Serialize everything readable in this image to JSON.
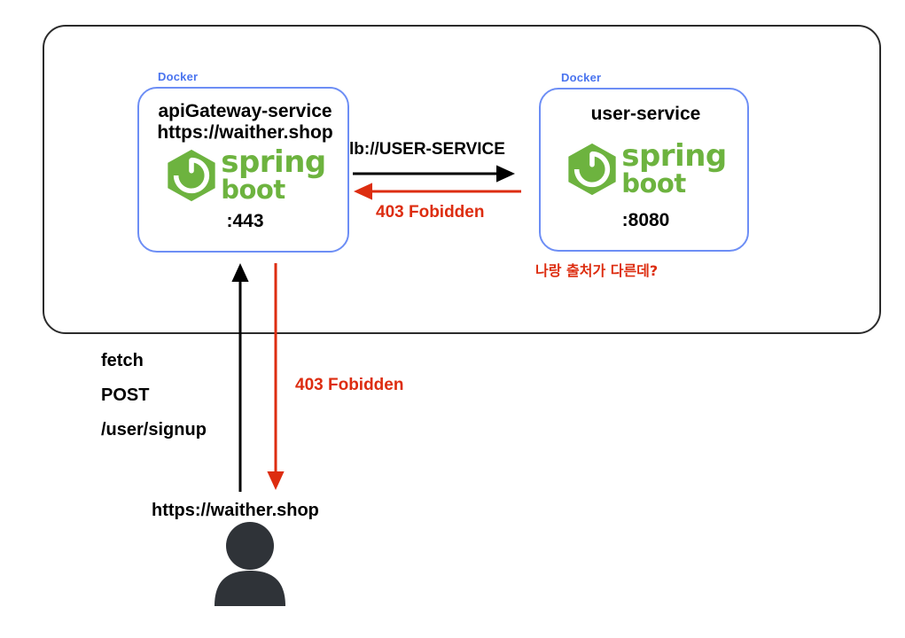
{
  "diagram": {
    "title_hidden": "",
    "colors": {
      "docker_border": "#6d8ef5",
      "docker_label": "#4a74ef",
      "outer_border": "#2b2b2b",
      "spring_green": "#6db33f",
      "error_red": "#dd2d10",
      "person": "#2f3338"
    },
    "outer_container": {
      "name": "host-boundary"
    },
    "containers": [
      {
        "id": "api-gateway",
        "docker_label": "Docker",
        "title_line1": "apiGateway-service",
        "title_line2": "https://waither.shop",
        "logo": "spring-boot-logo",
        "logo_text_top": "spring",
        "logo_text_bottom": "boot",
        "port": ":443"
      },
      {
        "id": "user-service",
        "docker_label": "Docker",
        "title_line1": "user-service",
        "title_line2": "",
        "logo": "spring-boot-logo",
        "logo_text_top": "spring",
        "logo_text_bottom": "boot",
        "port": ":8080"
      }
    ],
    "edges": [
      {
        "id": "gateway-to-user",
        "label": "lb://USER-SERVICE",
        "direction": "right",
        "color": "#000000"
      },
      {
        "id": "user-to-gateway",
        "label": "403 Fobidden",
        "direction": "left",
        "color": "#dd2d10"
      },
      {
        "id": "client-to-gateway",
        "label_lines": [
          "fetch",
          "POST",
          "/user/signup"
        ],
        "direction": "up",
        "color": "#000000"
      },
      {
        "id": "gateway-to-client",
        "label": "403 Fobidden",
        "direction": "down",
        "color": "#dd2d10"
      }
    ],
    "annotations": [
      {
        "id": "origin-mismatch-note",
        "text": "나랑 출처가 다른데?",
        "color": "#dd2d10"
      }
    ],
    "client": {
      "id": "browser-client",
      "url": "https://waither.shop",
      "icon": "person-icon"
    }
  }
}
